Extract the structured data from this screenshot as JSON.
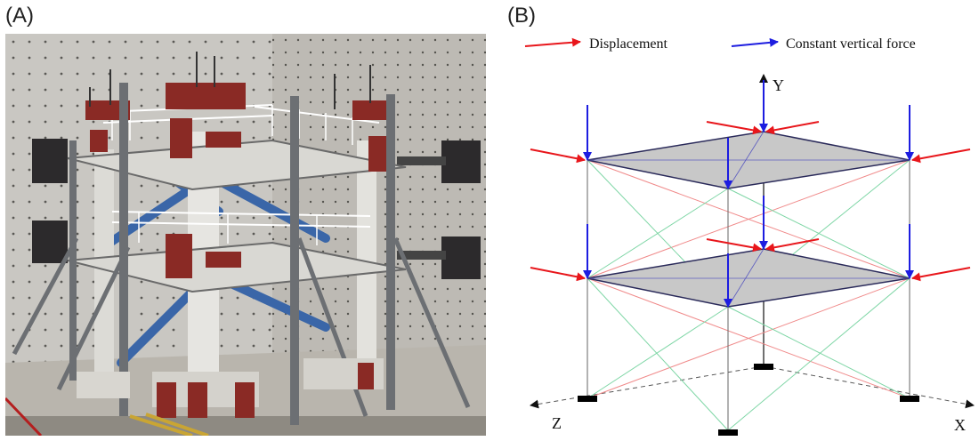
{
  "panel_a": {
    "label": "(A)"
  },
  "panel_b": {
    "label": "(B)",
    "legend": {
      "displacement": {
        "text": "Displacement",
        "color": "#e8161b"
      },
      "vertical_force": {
        "text": "Constant vertical force",
        "color": "#1d1de0"
      }
    },
    "axes": {
      "x": "X",
      "y": "Y",
      "z": "Z"
    },
    "colors": {
      "slab_fill": "#c8c8c8",
      "brace_red": "#f08a8a",
      "brace_green": "#7fd6a6",
      "column": "#666666",
      "support": "#000000"
    }
  }
}
